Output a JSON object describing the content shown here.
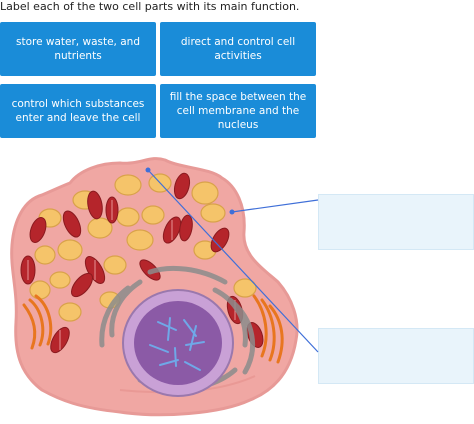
{
  "instruction": "Label each of the two cell parts with its main function.",
  "tiles": [
    {
      "label": "store water, waste, and nutrients"
    },
    {
      "label": "direct and control cell activities"
    },
    {
      "label": "control which substances enter and leave the cell"
    },
    {
      "label": "fill the space between the cell membrane and the nucleus"
    }
  ],
  "drop_targets": [
    {
      "value": ""
    },
    {
      "value": ""
    }
  ],
  "colors": {
    "tile_bg": "#1a8cd8",
    "drop_bg": "#e9f4fb",
    "membrane": "#3f8fd8",
    "cytoplasm": "#f0a7a3",
    "vacuole": "#f5c46a",
    "mitochondria": "#b5252b",
    "golgi": "#e8761f",
    "nucleus": "#8b5aa6",
    "er": "#8c8c8c"
  }
}
